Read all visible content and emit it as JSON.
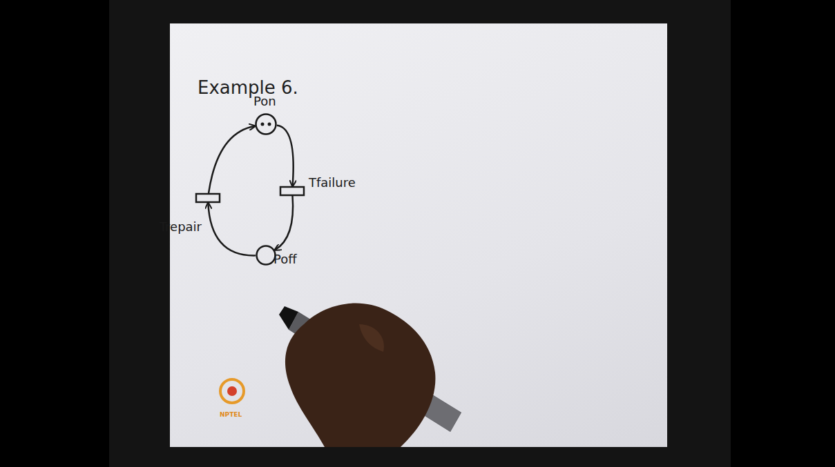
{
  "diagram": {
    "title": "Example 6.",
    "nodes": [
      {
        "text": [
          "Pon"
        ]
      },
      {
        "text": [
          "Tfailure"
        ]
      },
      {
        "text": [
          "Poff"
        ]
      },
      {
        "text": [
          "Trepair"
        ]
      }
    ],
    "edges": [
      {
        "from": 0,
        "to": 1,
        "arrow": "to"
      },
      {
        "from": 1,
        "to": 2,
        "arrow": "to"
      },
      {
        "from": 2,
        "to": 3,
        "arrow": "to"
      },
      {
        "from": 3,
        "to": 0,
        "arrow": "to"
      }
    ],
    "labels": [
      "NPTEL"
    ]
  }
}
